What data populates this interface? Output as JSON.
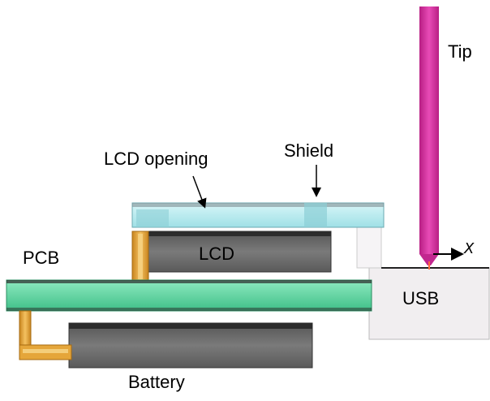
{
  "labels": {
    "tip": "Tip",
    "shield": "Shield",
    "lcd_opening": "LCD opening",
    "lcd": "LCD",
    "pcb": "PCB",
    "usb": "USB",
    "battery": "Battery"
  },
  "direction_marker": "X",
  "colors": {
    "tip": "#d62d9e",
    "shield": "#b3ecf0",
    "pcb": "#5ad6a0",
    "lcd": "#6c6c6c",
    "battery": "#6c6c6c",
    "connector": "#e5a63a",
    "usb": "#f1eef0"
  }
}
